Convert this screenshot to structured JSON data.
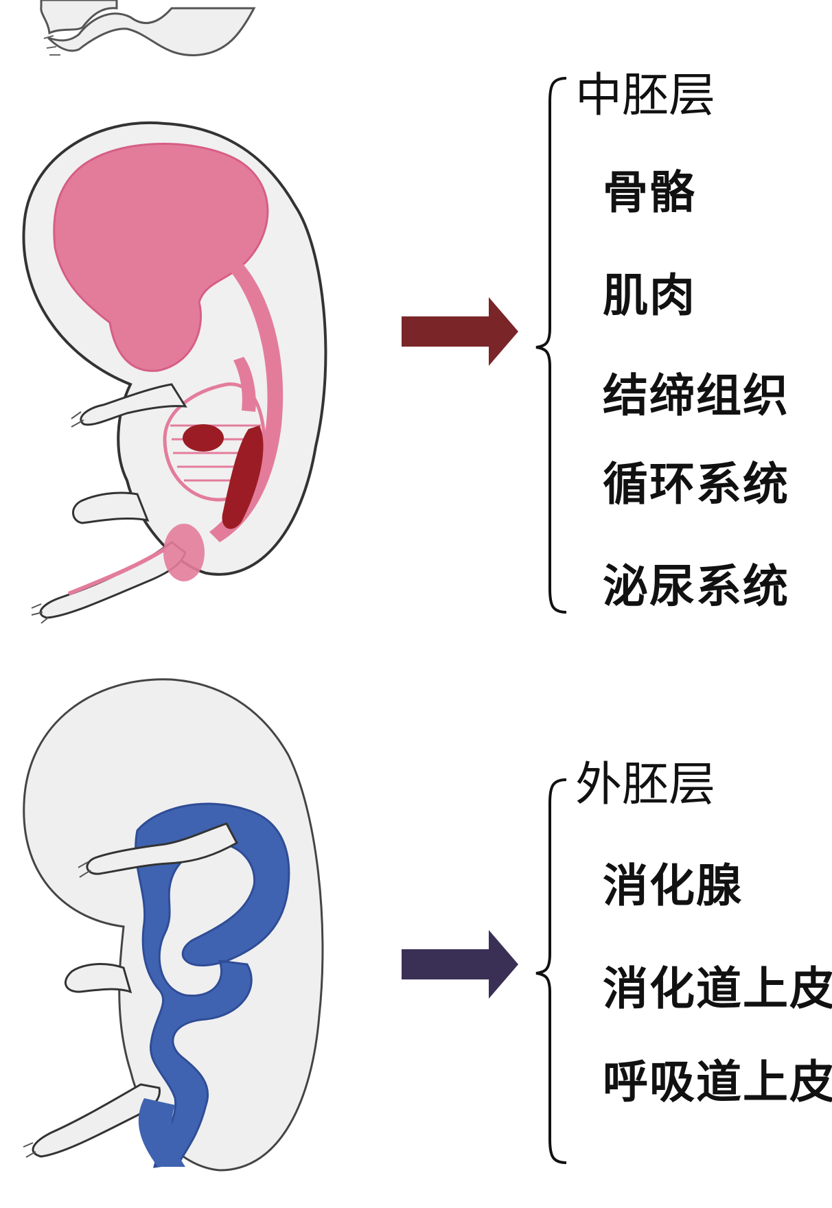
{
  "colors": {
    "mesoderm_fill": "#e37c9b",
    "mesoderm_arrow": "#7a2528",
    "organ_dark_red": "#9b1c24",
    "endoderm_fill": "#3f63b0",
    "endoderm_arrow": "#3a2f54",
    "embryo_outline": "#444444",
    "embryo_body": "#eeeeee"
  },
  "groups": [
    {
      "heading": "中胚层",
      "items": [
        "骨骼",
        "肌肉",
        "结缔组织",
        "循环系统",
        "泌尿系统"
      ]
    },
    {
      "heading": "外胚层",
      "items": [
        "消化腺",
        "消化道上皮",
        "呼吸道上皮"
      ]
    }
  ]
}
